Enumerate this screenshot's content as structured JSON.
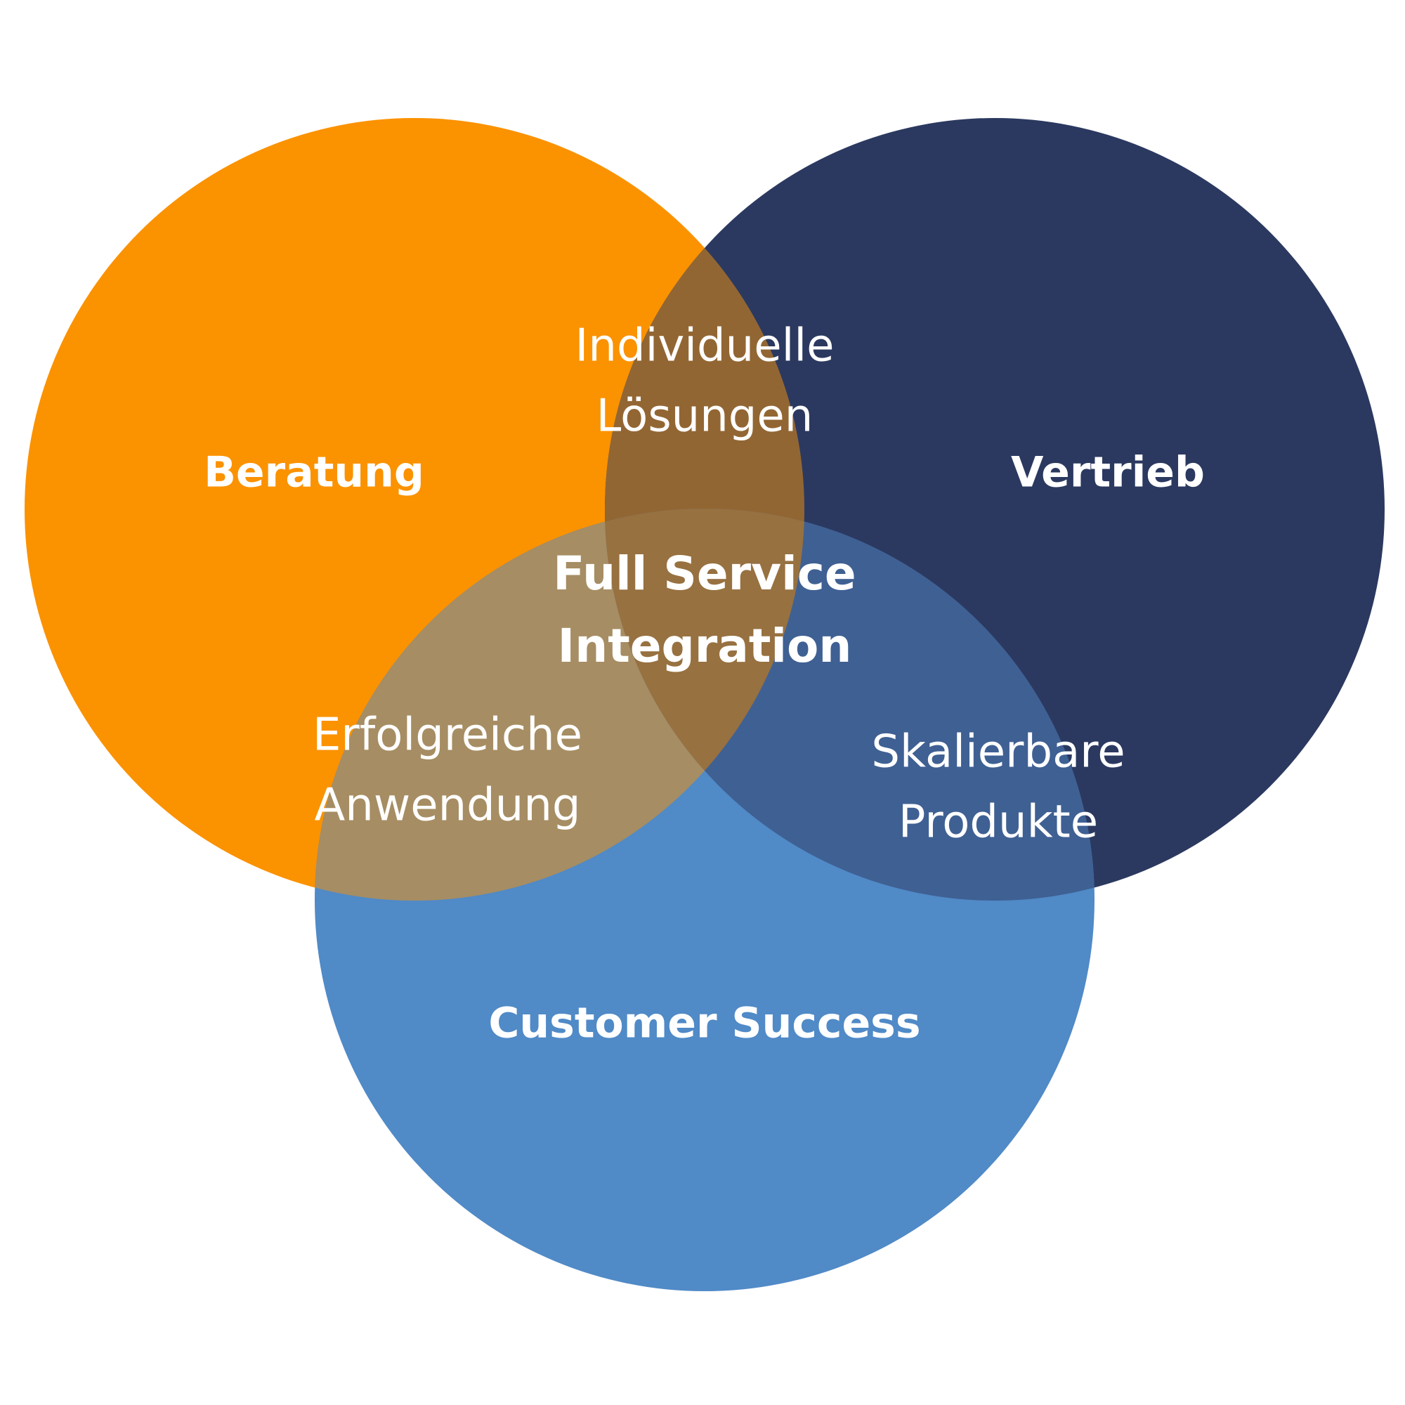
{
  "colors": {
    "background": "#ffffff",
    "beratung": "#FB9200",
    "vertrieb": "#2B3960",
    "customer_success": "#508AC7",
    "overlap_top": "#926633",
    "overlap_left": "#A68D63",
    "overlap_right": "#3F6093",
    "overlap_center": "#977140",
    "text": "#ffffff"
  },
  "circles": {
    "beratung": "Beratung",
    "vertrieb": "Vertrieb",
    "customer_success": "Customer Success"
  },
  "intersections": {
    "top": [
      "Individuelle",
      "Lösungen"
    ],
    "left": [
      "Erfolgreiche",
      "Anwendung"
    ],
    "right": [
      "Skalierbare",
      "Produkte"
    ],
    "center": [
      "Full Service",
      "Integration"
    ]
  }
}
